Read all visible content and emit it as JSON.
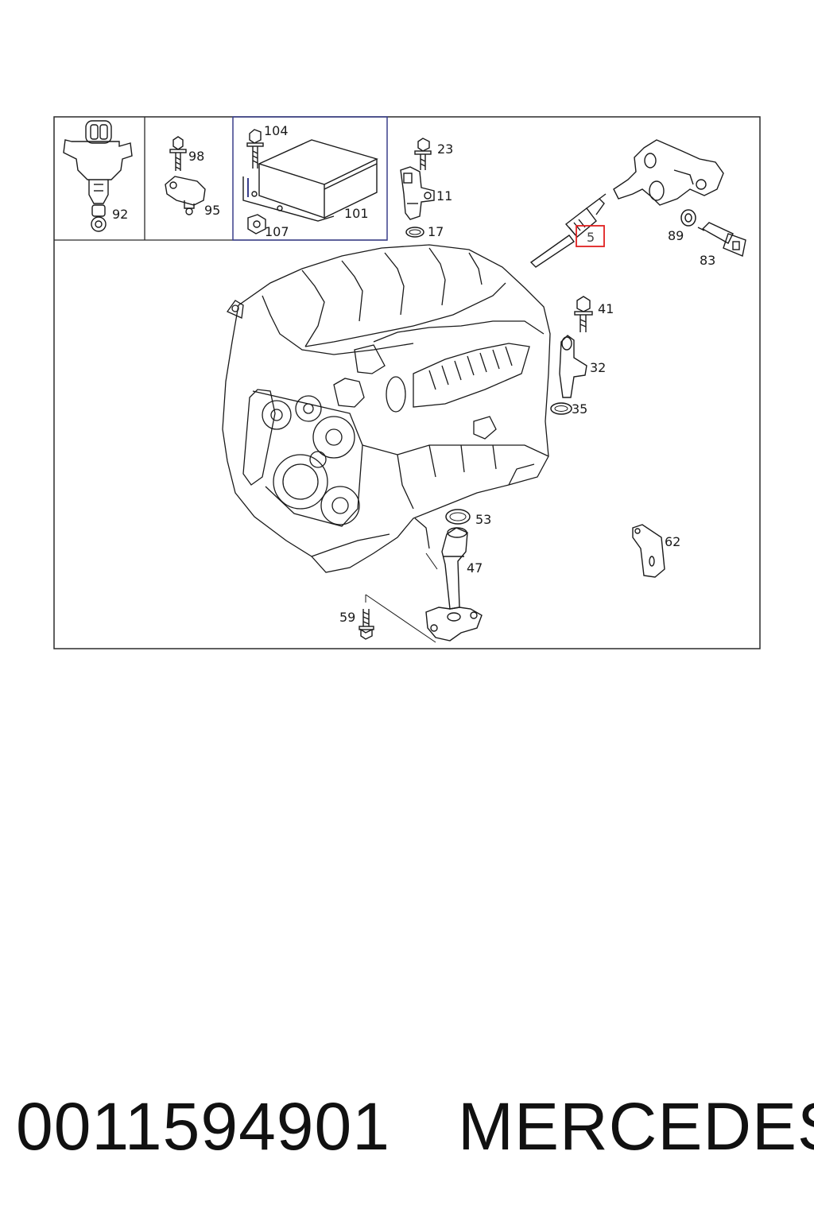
{
  "callouts": {
    "c92": "92",
    "c98": "98",
    "c95": "95",
    "c104": "104",
    "c101": "101",
    "c107": "107",
    "c23": "23",
    "c11": "11",
    "c17": "17",
    "c5": "5",
    "c89": "89",
    "c83": "83",
    "c41": "41",
    "c32": "32",
    "c35": "35",
    "c53": "53",
    "c47": "47",
    "c62": "62",
    "c59": "59"
  },
  "highlight": {
    "callout": "5",
    "color": "#e02020"
  },
  "colors": {
    "line": "#1a1a1a",
    "frame": "#2b2b2b",
    "inset_frame": "#3a3f8c"
  },
  "footer": {
    "part_number": "0011594901",
    "brand": "MERCEDES"
  }
}
